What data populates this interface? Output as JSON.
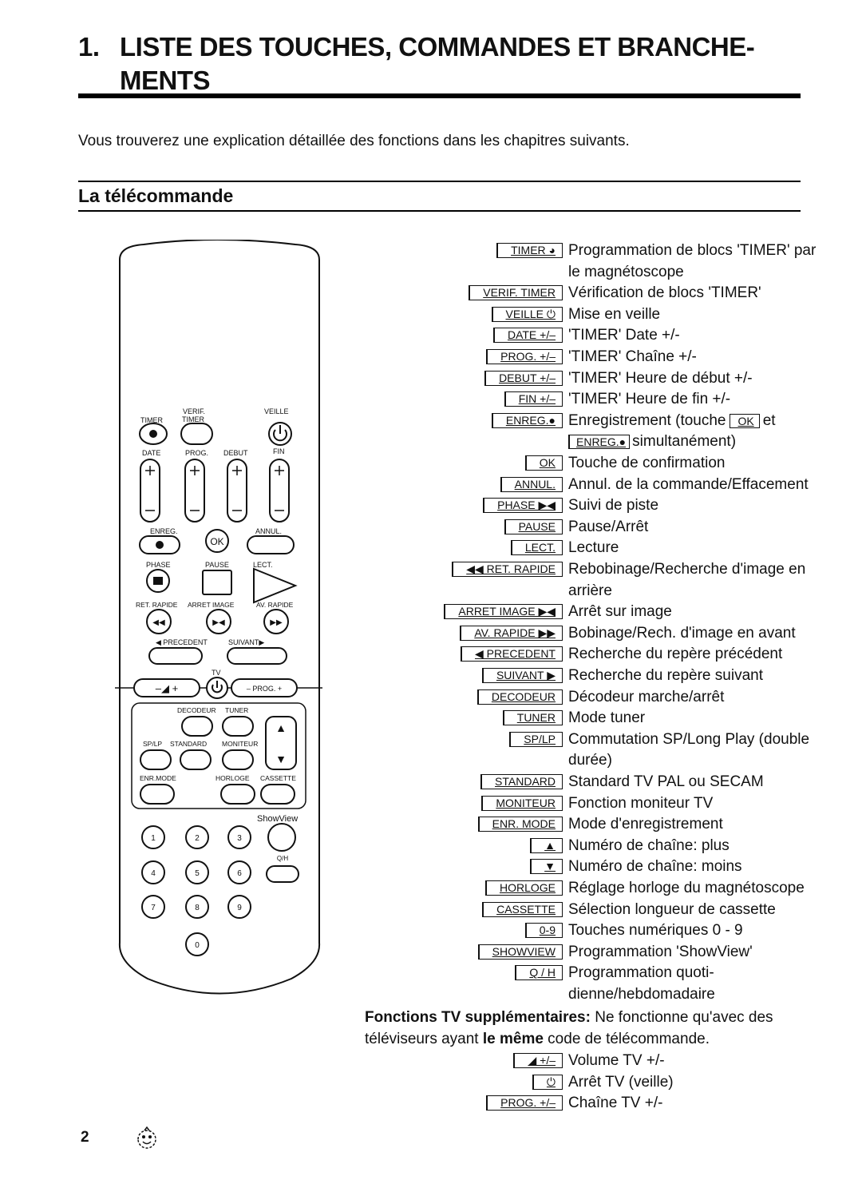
{
  "chapter": {
    "number": "1.",
    "title": "LISTE DES TOUCHES, COMMANDES ET BRANCHE-MENTS",
    "line1": "LISTE DES TOUCHES, COMMANDES ET BRANCHE-",
    "line2": "MENTS"
  },
  "intro": "Vous trouverez une explication détaillée des fonctions dans les chapitres suivants.",
  "section_title": "La télécommande",
  "remote": {
    "labels": {
      "timer": "TIMER",
      "verif": "VERIF.",
      "verif_timer": "TIMER",
      "veille": "VEILLE",
      "date": "DATE",
      "prog": "PROG.",
      "debut": "DEBUT",
      "fin": "FIN",
      "enreg": "ENREG.",
      "ok": "OK",
      "annul": "ANNUL.",
      "phase": "PHASE",
      "pause": "PAUSE",
      "lect": "LECT.",
      "ret_rapide": "RET. RAPIDE",
      "arret_image": "ARRET IMAGE",
      "av_rapide": "AV. RAPIDE",
      "precedent": "◀ PRECEDENT",
      "suivant": "SUIVANT▶",
      "tv": "TV",
      "tv_prog": "– PROG. +",
      "decodeur": "DECODEUR",
      "tuner": "TUNER",
      "splp": "SP/LP",
      "standard": "STANDARD",
      "moniteur": "MONITEUR",
      "enrmode": "ENR.MODE",
      "horloge": "HORLOGE",
      "cassette": "CASSETTE",
      "showview": "ShowView",
      "qh": "Q/H",
      "digits": [
        "1",
        "2",
        "3",
        "4",
        "5",
        "6",
        "7",
        "8",
        "9",
        "0"
      ]
    }
  },
  "key_rows": [
    {
      "key": "TIMER ◕",
      "desc": "Programmation de blocs 'TIMER' par",
      "cont": "le magnétoscope"
    },
    {
      "key": "VERIF. TIMER",
      "desc": "Vérification de blocs 'TIMER'"
    },
    {
      "key": "VEILLE ⏻",
      "desc": "Mise en veille"
    },
    {
      "key": "DATE  +/–",
      "desc": "'TIMER' Date +/-"
    },
    {
      "key": "PROG.  +/–",
      "desc": "'TIMER' Chaîne +/-"
    },
    {
      "key": "DEBUT  +/–",
      "desc": "'TIMER' Heure de début +/-"
    },
    {
      "key": "FIN  +/–",
      "desc": "'TIMER' Heure de fin +/-"
    },
    {
      "key": "ENREG.●",
      "desc": "Enregistrement (touche",
      "inline_key": "OK",
      "desc_after": "et",
      "cont_key": "ENREG.●",
      "cont": "simultanément)"
    },
    {
      "key": "OK",
      "desc": "Touche de confirmation"
    },
    {
      "key": "ANNUL.",
      "desc": "Annul. de la commande/Effacement"
    },
    {
      "key": "PHASE ▶◀",
      "desc": "Suivi de piste"
    },
    {
      "key": "PAUSE",
      "desc": "Pause/Arrêt"
    },
    {
      "key": "LECT.",
      "desc": "Lecture"
    },
    {
      "key": "◀◀ RET. RAPIDE",
      "desc": "Rebobinage/Recherche d'image en",
      "cont": "arrière"
    },
    {
      "key": "ARRET IMAGE ▶◀",
      "desc": "Arrêt sur image"
    },
    {
      "key": "AV. RAPIDE ▶▶",
      "desc": "Bobinage/Rech. d'image en avant"
    },
    {
      "key": "◀ PRECEDENT",
      "desc": "Recherche du repère précédent"
    },
    {
      "key": "SUIVANT ▶",
      "desc": "Recherche du repère suivant"
    },
    {
      "key": "DECODEUR",
      "desc": "Décodeur marche/arrêt"
    },
    {
      "key": "TUNER",
      "desc": "Mode tuner"
    },
    {
      "key": "SP/LP",
      "desc": "Commutation SP/Long Play (double",
      "cont": "durée)"
    },
    {
      "key": "STANDARD",
      "desc": "Standard TV PAL ou SECAM"
    },
    {
      "key": "MONITEUR",
      "desc": "Fonction moniteur TV"
    },
    {
      "key": "ENR. MODE",
      "desc": "Mode d'enregistrement"
    },
    {
      "key": "▲",
      "desc": "Numéro de chaîne: plus"
    },
    {
      "key": "▼",
      "desc": "Numéro de chaîne: moins"
    },
    {
      "key": "HORLOGE",
      "desc": "Réglage horloge du magnétoscope"
    },
    {
      "key": "CASSETTE",
      "desc": "Sélection longueur de cassette"
    },
    {
      "key": "0-9",
      "desc": "Touches numériques 0 - 9"
    },
    {
      "key": "SHOWVIEW",
      "desc": "Programmation 'ShowView'"
    },
    {
      "key": "Q / H",
      "desc": "Programmation quoti-",
      "cont": "dienne/hebdomadaire"
    }
  ],
  "supplementary": {
    "bold_lead": "Fonctions TV supplémentaires:",
    "text1": " Ne fonctionne qu'avec des téléviseurs ayant ",
    "bold_mid": "le même",
    "text2": " code de télécommande."
  },
  "tv_rows": [
    {
      "key": "◢  +/–",
      "desc": "Volume TV +/-"
    },
    {
      "key": "⏻",
      "desc": "Arrêt TV (veille)"
    },
    {
      "key": "PROG.  +/–",
      "desc": "Chaîne TV +/-"
    }
  ],
  "page_number": "2"
}
